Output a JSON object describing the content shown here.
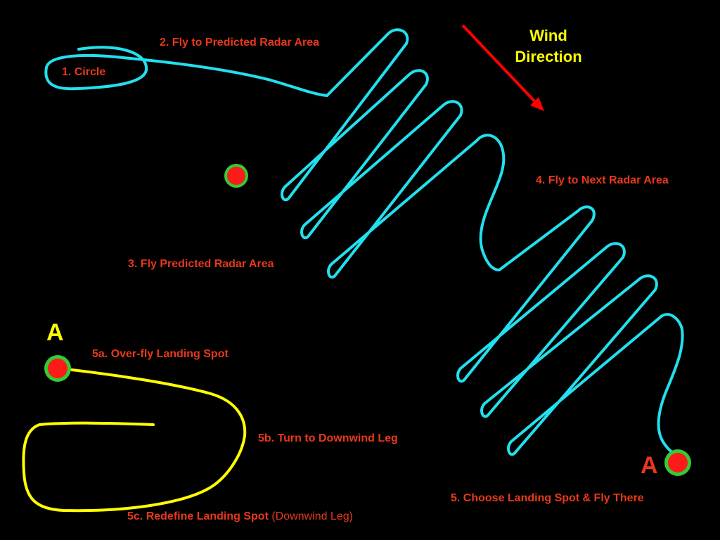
{
  "colors": {
    "background": "#000000",
    "flight_path": "#22E0EE",
    "landing_path": "#FFFF00",
    "label": "#E8381B",
    "wind_text": "#FFFF00",
    "wind_arrow": "#FF0000",
    "spot_fill": "#FF1A1A",
    "spot_ring": "#33CC33"
  },
  "labels": {
    "circle": "1. Circle",
    "fly_predicted": "2. Fly to Predicted Radar Area",
    "fly_area": "3. Fly Predicted Radar Area",
    "next_area": "4. Fly to Next Radar Area",
    "choose_spot": "5. Choose Landing Spot & Fly There",
    "overfly": "5a. Over-fly Landing Spot",
    "turn_downwind": "5b. Turn to Downwind Leg",
    "redefine_bold": "5c. Redefine Landing Spot",
    "redefine_normal": "(Downwind Leg)"
  },
  "wind": {
    "line1": "Wind",
    "line2": "Direction"
  },
  "markers": {
    "left": "A",
    "right": "A"
  }
}
